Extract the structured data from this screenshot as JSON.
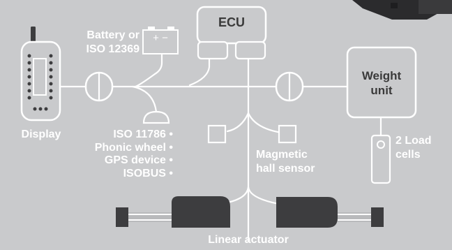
{
  "diagram": {
    "ecu": "ECU",
    "weight_unit": [
      "Weight",
      "unit"
    ],
    "battery": [
      "Battery or",
      "ISO 12369"
    ],
    "battery_symbol": "+ −",
    "display": "Display",
    "inputs": [
      "ISO 11786 •",
      "Phonic wheel •",
      "GPS device •",
      "ISOBUS •"
    ],
    "load_cells": [
      "2 Load",
      "cells"
    ],
    "hall_sensor": [
      "Magmetic",
      "hall sensor"
    ],
    "actuator": "Linear actuator"
  },
  "colors": {
    "background": "#c9cacc",
    "wire": "#ffffff",
    "component_fill": "#3d3d3f",
    "actuator_rod": "#b9babc"
  }
}
